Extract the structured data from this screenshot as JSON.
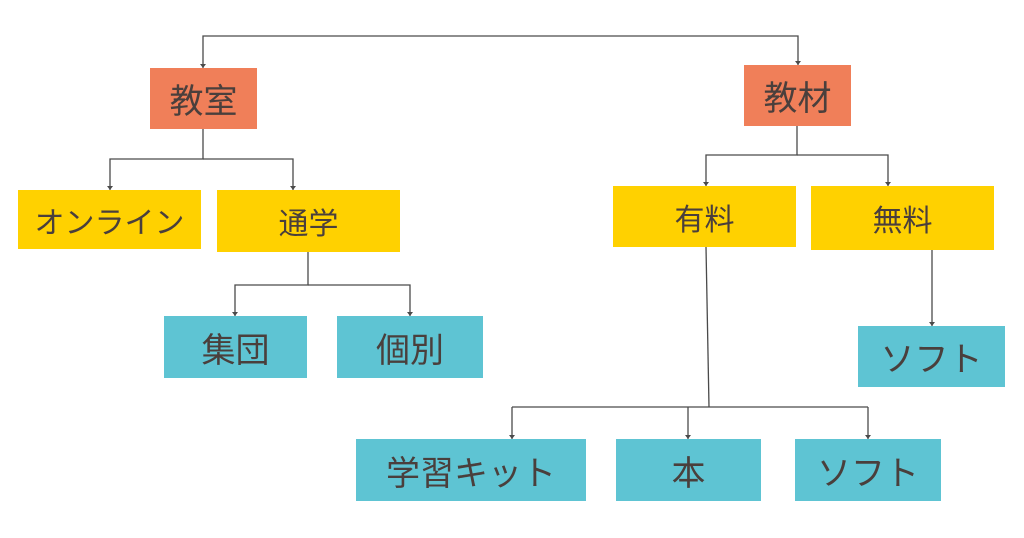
{
  "colors": {
    "level1": "#f07f59",
    "level2": "#ffd100",
    "level3": "#5ec4d3",
    "text": "#4a3f3c",
    "line": "#4a4a4a"
  },
  "tree": {
    "left": {
      "label": "教室",
      "children": {
        "online": {
          "label": "オンライン"
        },
        "attend": {
          "label": "通学",
          "children": {
            "group": {
              "label": "集団"
            },
            "individual": {
              "label": "個別"
            }
          }
        }
      }
    },
    "right": {
      "label": "教材",
      "children": {
        "paid": {
          "label": "有料",
          "children": {
            "kit": {
              "label": "学習キット"
            },
            "book": {
              "label": "本"
            },
            "software": {
              "label": "ソフト"
            }
          }
        },
        "free": {
          "label": "無料",
          "children": {
            "software": {
              "label": "ソフト"
            }
          }
        }
      }
    }
  }
}
